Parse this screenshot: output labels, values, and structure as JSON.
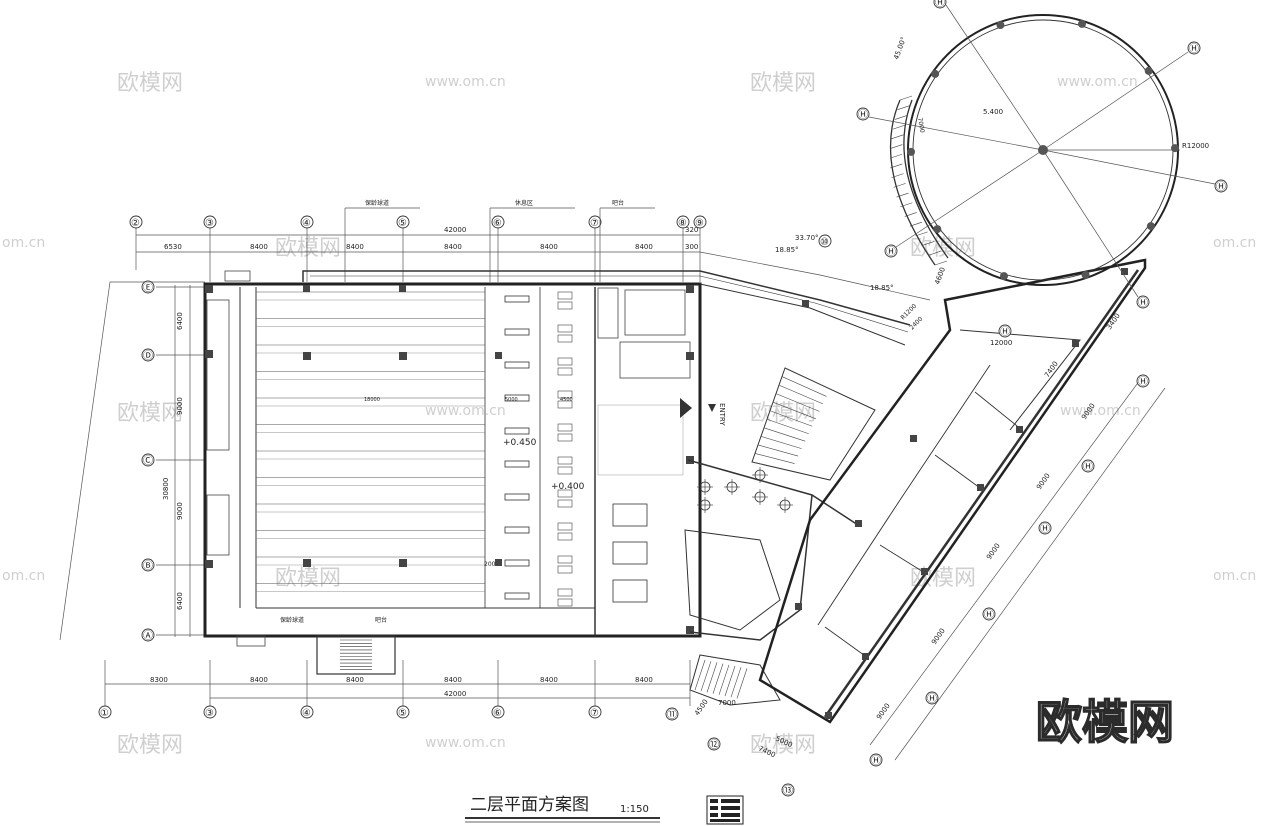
{
  "drawing": {
    "title": "二层平面方案图",
    "scale": "1:150"
  },
  "watermarks": {
    "logo": "欧模网",
    "url": "www.om.cn",
    "url_partial": "om.cn"
  },
  "grid_top": {
    "labels": [
      "②",
      "③",
      "④",
      "⑤",
      "⑥",
      "⑦",
      "⑧",
      "⑨",
      "⑩"
    ],
    "spans": [
      "6530",
      "8400",
      "8400",
      "8400",
      "8400",
      "8400",
      "320",
      "300"
    ],
    "total": "42000"
  },
  "grid_bottom": {
    "labels": [
      "①",
      "③",
      "④",
      "⑤",
      "⑥",
      "⑦",
      "⑪",
      "⑫",
      "⑬"
    ],
    "spans": [
      "8300",
      "8400",
      "8400",
      "8400",
      "8400",
      "8400"
    ],
    "total": "42000"
  },
  "grid_left": {
    "labels": [
      "Ⓔ",
      "Ⓓ",
      "Ⓒ",
      "Ⓑ",
      "Ⓐ"
    ],
    "spans": [
      "6400",
      "9000",
      "9000",
      "6400"
    ],
    "total": "30800"
  },
  "grid_round": {
    "labels": [
      "Ⓗ",
      "Ⓗ",
      "Ⓗ",
      "Ⓗ",
      "Ⓗ",
      "Ⓗ",
      "Ⓗ",
      "Ⓗ",
      "Ⓗ",
      "Ⓗ"
    ],
    "dims": [
      "9000",
      "9000",
      "9000",
      "9000",
      "9000",
      "7400",
      "7400",
      "5000",
      "4500",
      "7000",
      "4600",
      "12000",
      "3400"
    ]
  },
  "annotations": {
    "angle_1": "45.00°",
    "angle_2": "18.85°",
    "angle_3": "33.70°",
    "radius": "R12000",
    "level_round": "5.400",
    "level_1": "+0.450",
    "level_2": "+0.400",
    "entry": "ENTRY",
    "lane_dim": "18000",
    "note_1": "保龄球道",
    "note_2": "吧台",
    "note_3": "休息区",
    "bowling_dim": "5000",
    "dim_4500": "4500",
    "dim_2400": "2400",
    "mid_label": "200",
    "radius_bottom": "R1200"
  },
  "legend": {
    "rows": [
      "",
      "",
      "",
      ""
    ]
  }
}
